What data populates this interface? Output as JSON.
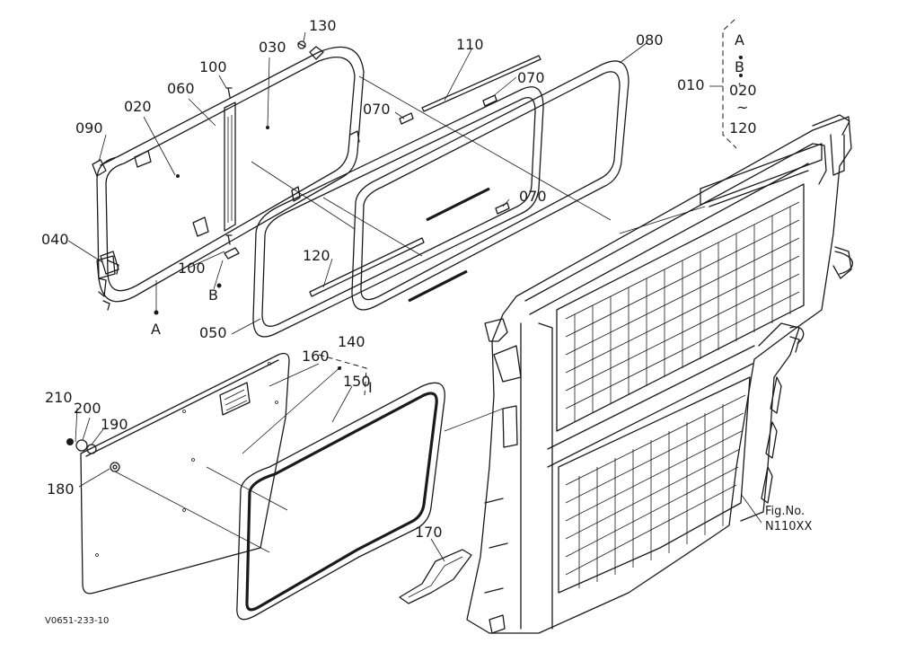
{
  "diagram": {
    "figure_label_line1": "Fig.No.",
    "figure_label_line2": "N110XX",
    "drawing_code": "V0651-233-10",
    "group_list": [
      "A",
      "B",
      "020",
      "~",
      "120"
    ],
    "group_marks": [
      "·",
      "·"
    ]
  },
  "callouts": {
    "p010": "010",
    "p020": "020",
    "p030": "030",
    "p040": "040",
    "p050": "050",
    "p060": "060",
    "p070a": "070",
    "p070b": "070",
    "p070c": "070",
    "p080": "080",
    "p090": "090",
    "p100a": "100",
    "p100b": "100",
    "p110": "110",
    "p120": "120",
    "p130": "130",
    "p140": "140",
    "p150": "150",
    "p150_mark": "I",
    "p160": "160",
    "p170": "170",
    "p180": "180",
    "p190": "190",
    "p200": "200",
    "p210": "210",
    "refA": "A",
    "refB": "B"
  }
}
